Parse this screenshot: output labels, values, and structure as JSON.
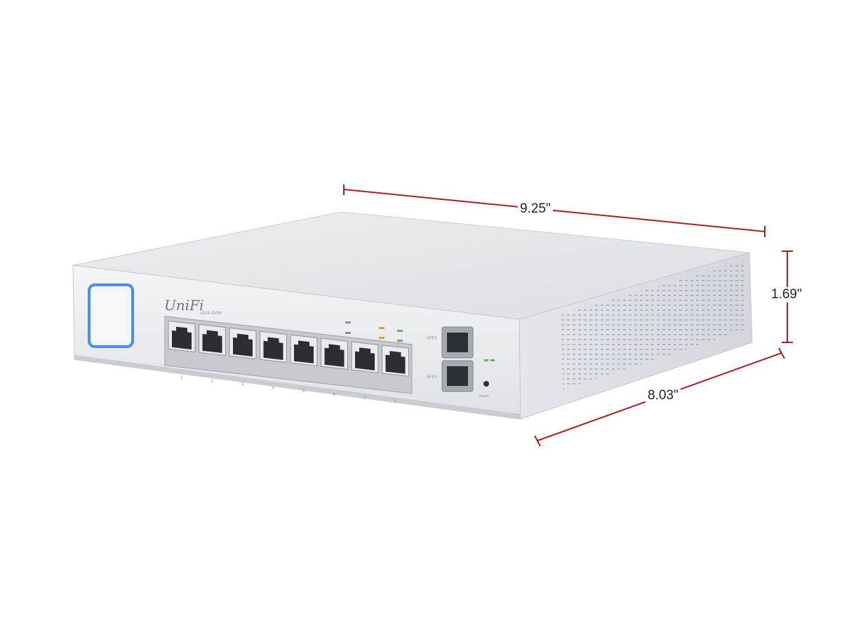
{
  "image": {
    "subject": "switch-product-photo",
    "background_color": "#ffffff",
    "device_body_color": "#e4e6e9",
    "dimension_line_color": "#b01e1e",
    "status_led_color": "#4a8cf0"
  },
  "dimensions": {
    "width": "9.25\"",
    "height": "1.69\"",
    "depth": "8.03\""
  },
  "device": {
    "brand": "UniFi",
    "model_badge": "US-8-150W",
    "ports": {
      "rj45_count": 8,
      "port_numbers": [
        "1",
        "2",
        "3",
        "4",
        "5",
        "6",
        "7",
        "8"
      ],
      "sfp_labels": [
        "SFP1",
        "SFP2"
      ]
    },
    "reset_label": "Reset"
  }
}
